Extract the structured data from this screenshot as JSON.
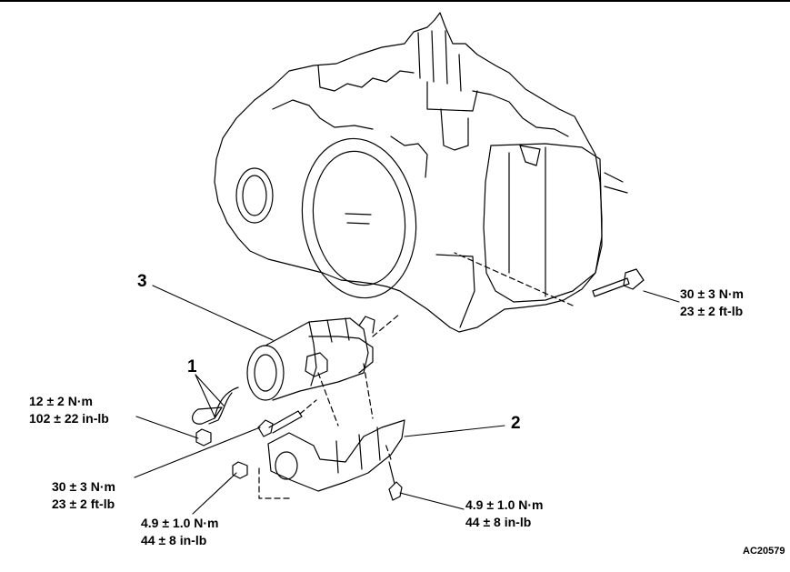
{
  "callouts": {
    "item_1": "1",
    "item_2": "2",
    "item_3": "3"
  },
  "torque": {
    "mount_bolt_upper": {
      "metric": "30 ± 3 N·m",
      "imperial": "23 ± 2 ft-lb"
    },
    "terminal_nut": {
      "metric": "12 ± 2 N·m",
      "imperial": "102 ± 22 in-lb"
    },
    "mount_bolt_lower": {
      "metric": "30 ± 3 N·m",
      "imperial": "23 ± 2 ft-lb"
    },
    "bracket_nut": {
      "metric": "4.9 ± 1.0 N·m",
      "imperial": "44 ± 8 in-lb"
    },
    "bracket_bolt": {
      "metric": "4.9 ± 1.0 N·m",
      "imperial": "44 ± 8 in-lb"
    }
  },
  "figure_code": "AC20579"
}
